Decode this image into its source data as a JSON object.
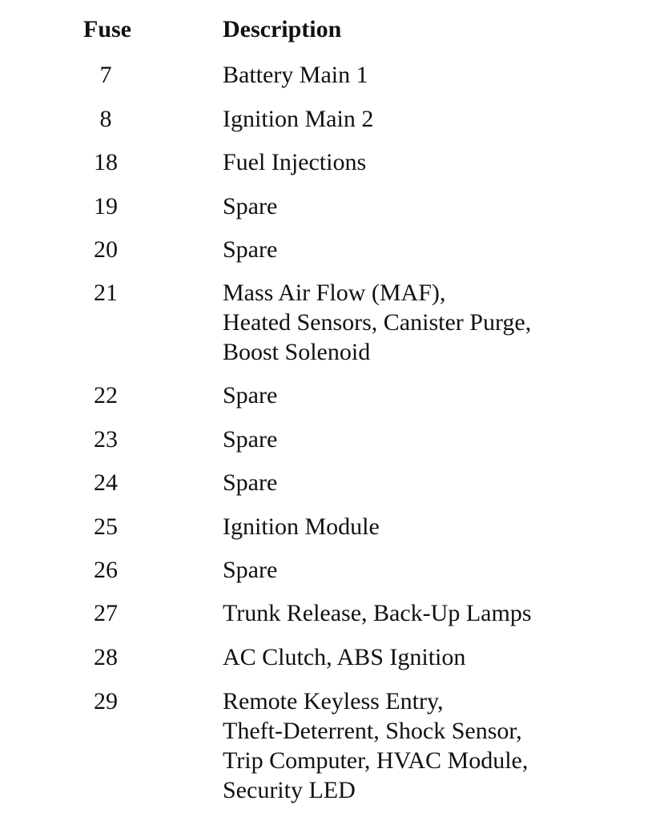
{
  "table": {
    "headers": {
      "fuse": "Fuse",
      "description": "Description"
    },
    "rows": [
      {
        "fuse": "7",
        "lines": [
          "Battery Main 1"
        ]
      },
      {
        "fuse": "8",
        "lines": [
          "Ignition Main 2"
        ]
      },
      {
        "fuse": "18",
        "lines": [
          "Fuel Injections"
        ]
      },
      {
        "fuse": "19",
        "lines": [
          "Spare"
        ]
      },
      {
        "fuse": "20",
        "lines": [
          "Spare"
        ]
      },
      {
        "fuse": "21",
        "lines": [
          "Mass Air Flow (MAF),",
          "Heated Sensors, Canister Purge,",
          "Boost Solenoid"
        ]
      },
      {
        "fuse": "22",
        "lines": [
          "Spare"
        ]
      },
      {
        "fuse": "23",
        "lines": [
          "Spare"
        ]
      },
      {
        "fuse": "24",
        "lines": [
          "Spare"
        ]
      },
      {
        "fuse": "25",
        "lines": [
          "Ignition Module"
        ]
      },
      {
        "fuse": "26",
        "lines": [
          "Spare"
        ]
      },
      {
        "fuse": "27",
        "lines": [
          "Trunk Release, Back-Up Lamps"
        ]
      },
      {
        "fuse": "28",
        "lines": [
          "AC Clutch, ABS Ignition"
        ]
      },
      {
        "fuse": "29",
        "lines": [
          "Remote Keyless Entry,",
          "Theft-Deterrent, Shock Sensor,",
          "Trip Computer, HVAC Module,",
          "Security LED"
        ]
      }
    ]
  }
}
